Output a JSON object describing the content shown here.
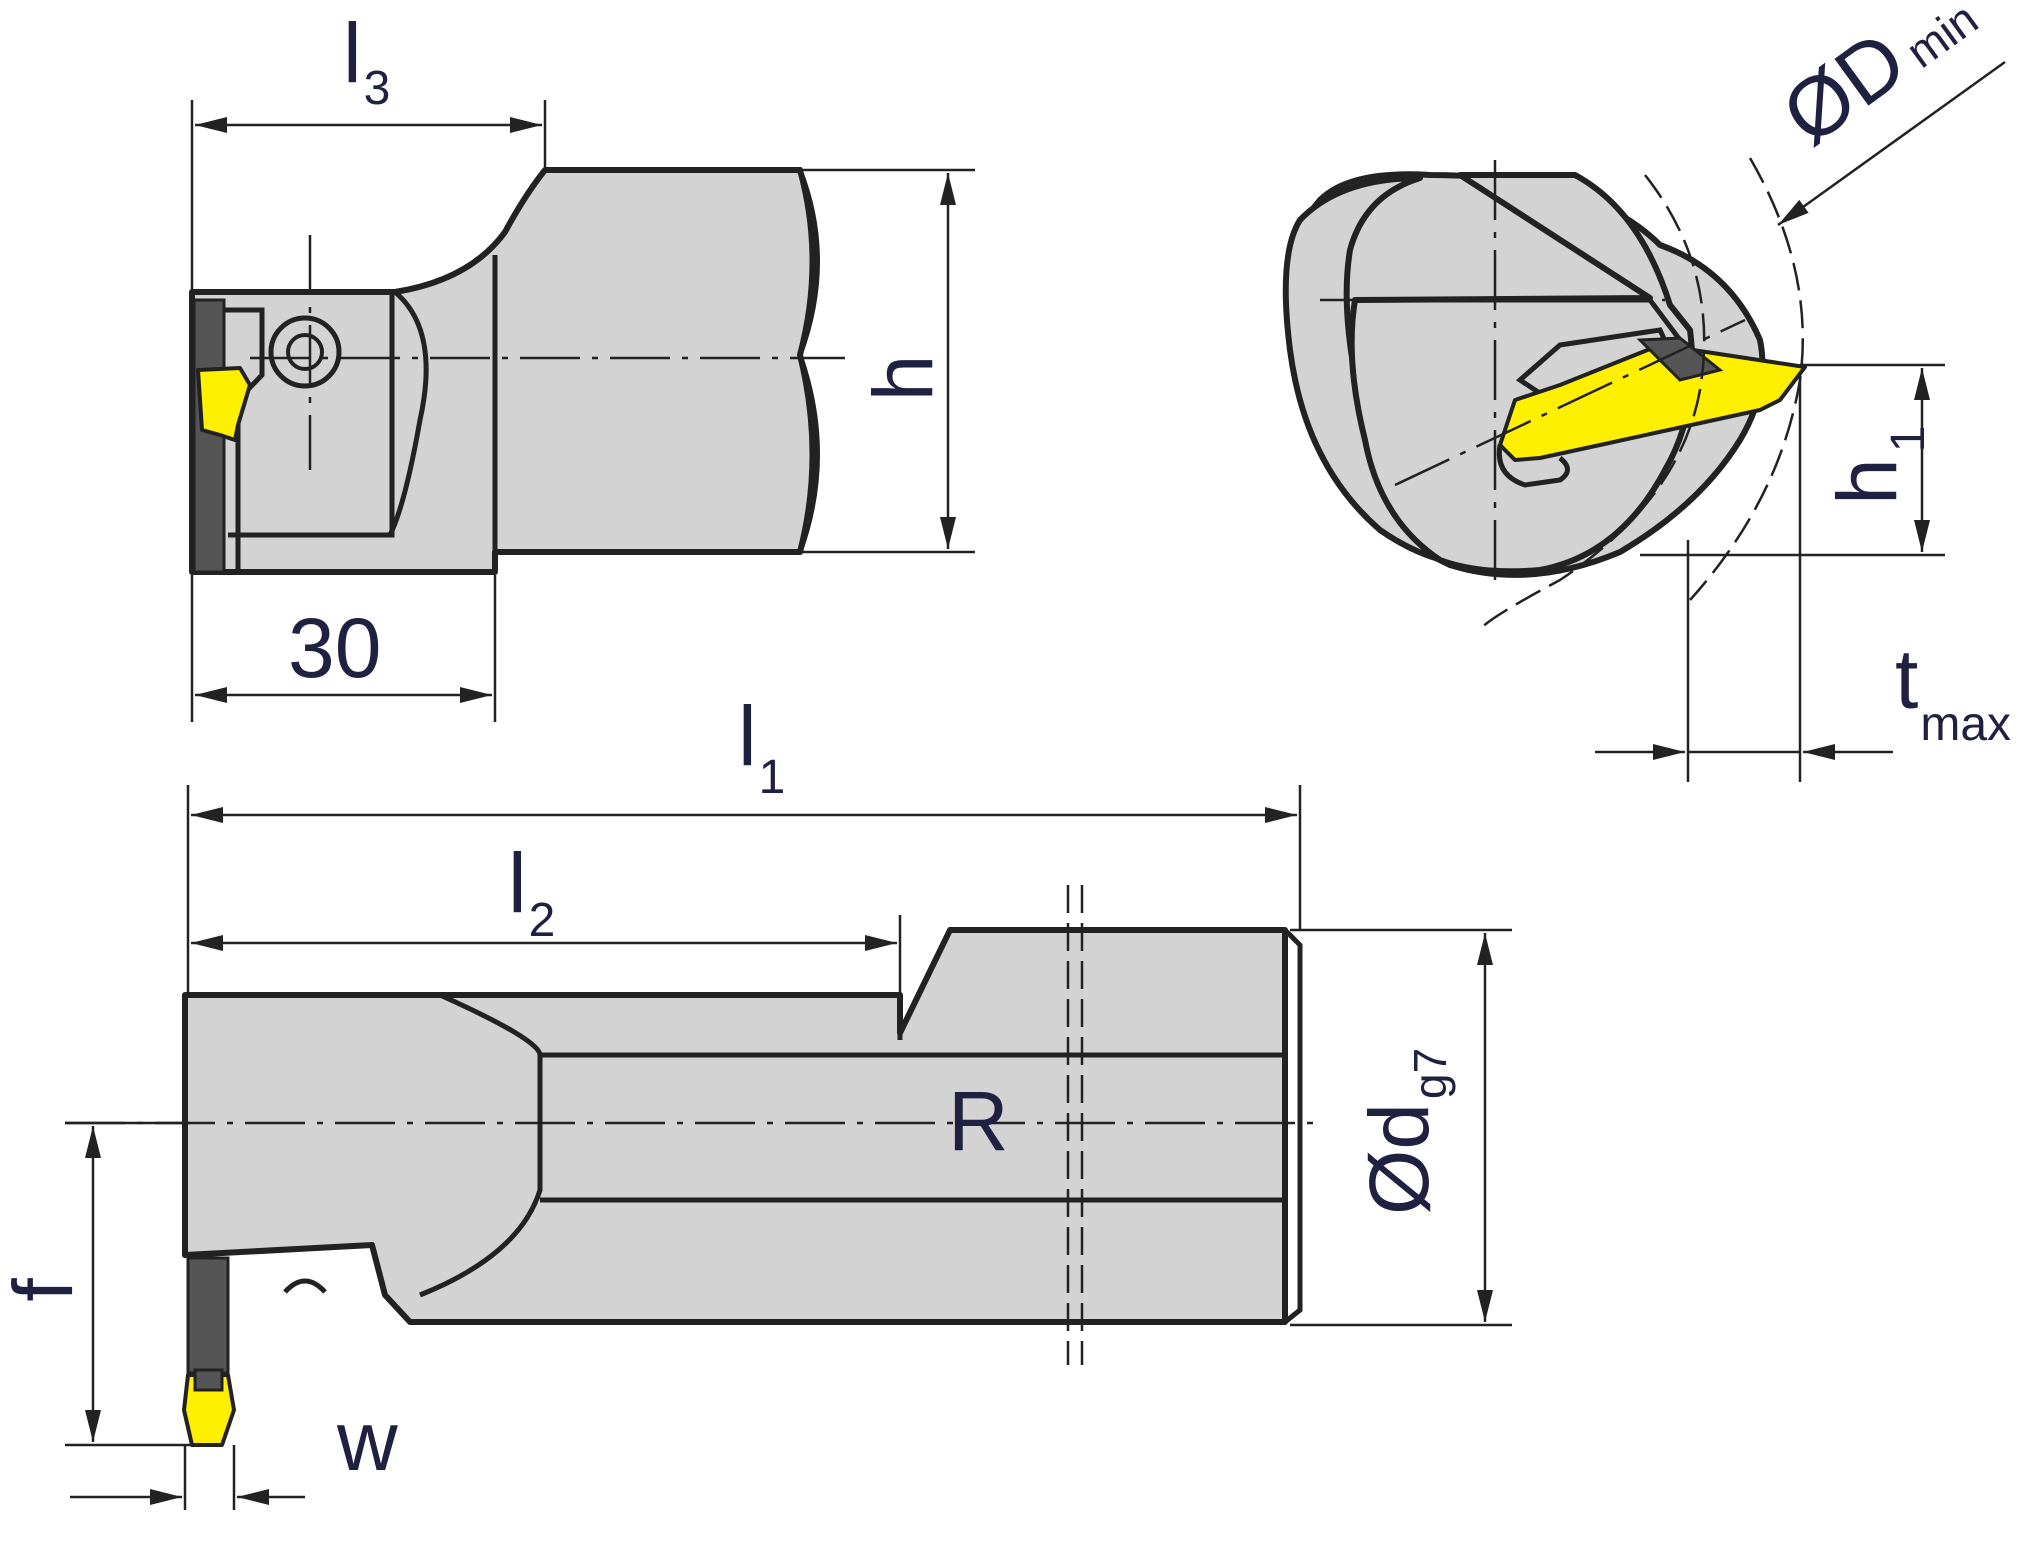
{
  "colors": {
    "body": "#d3d3d3",
    "outline": "#222222",
    "insert": "#ffef00",
    "label": "#1f2140"
  },
  "labels": {
    "l3": {
      "main": "l",
      "sub": "3"
    },
    "h": "h",
    "d_min": {
      "main": "ØD",
      "sub": "min"
    },
    "h1": {
      "main": "h",
      "sub": "1"
    },
    "t_max": {
      "main": "t",
      "sub": "max"
    },
    "thirty": "30",
    "l1": {
      "main": "l",
      "sub": "1"
    },
    "l2": {
      "main": "l",
      "sub": "2"
    },
    "r": "R",
    "d_g7": {
      "main": "Ød",
      "sub": "g7"
    },
    "f": "f",
    "w": "w"
  }
}
